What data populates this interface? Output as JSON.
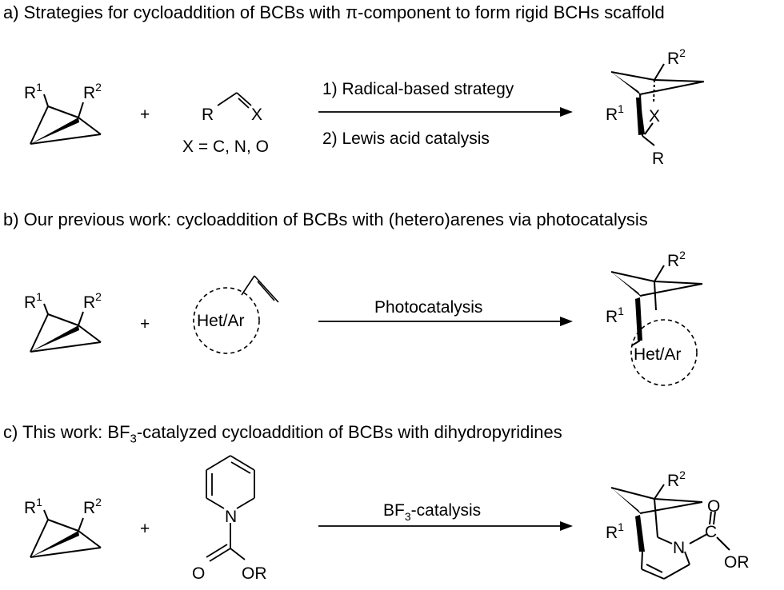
{
  "sections": {
    "a": {
      "heading_before_pi": "a) Strategies for cycloaddition of BCBs with ",
      "pi": "π",
      "heading_after_pi": "-component to form rigid BCHs scaffold",
      "substituent_R": "R",
      "sup_1": "1",
      "sup_2": "2",
      "plus": "+",
      "alkene_R": "R",
      "alkene_X": "X",
      "x_definition": "X = C, N, O",
      "condition_1": "1) Radical-based strategy",
      "condition_2": "2) Lewis acid catalysis",
      "product_X": "X",
      "product_R": "R"
    },
    "b": {
      "heading": "b) Our previous work: cycloaddition of BCBs with (hetero)arenes via photocatalysis",
      "substituent_R": "R",
      "sup_1": "1",
      "sup_2": "2",
      "plus": "+",
      "het_ar": "Het/Ar",
      "condition": "Photocatalysis",
      "product_het_ar": "Het/Ar"
    },
    "c": {
      "heading_before_sub": "c) This work: BF",
      "heading_sub": "3",
      "heading_after_sub": "-catalyzed cycloaddition of BCBs with dihydropyridines",
      "substituent_R": "R",
      "sup_1": "1",
      "sup_2": "2",
      "plus": "+",
      "atom_N": "N",
      "atom_O": "O",
      "ester_OR": "OR",
      "condition_before_sub": "BF",
      "condition_sub": "3",
      "condition_after_sub": "-catalysis",
      "product_N": "N",
      "product_C": "C",
      "product_O": "O",
      "product_OR": "OR"
    }
  }
}
